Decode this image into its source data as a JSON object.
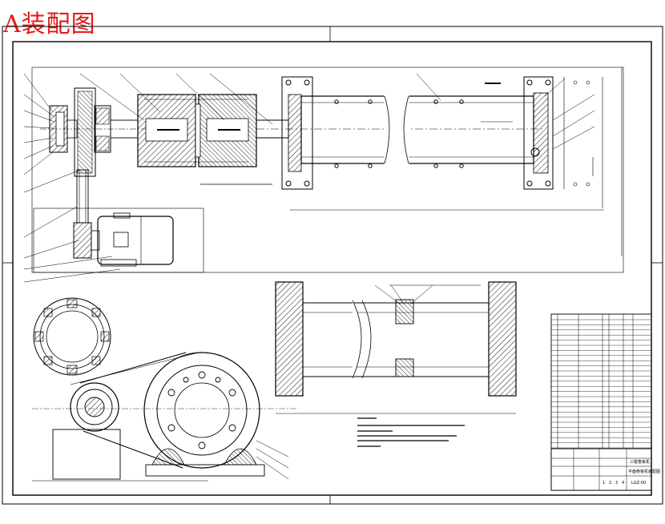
{
  "drawing": {
    "stamp_title": "A装配图",
    "title_block": {
      "drawing_title": "三辊卷板机",
      "part_title": "平面卷板机装配图",
      "drawing_number": "LGZ-00",
      "scale_marks": [
        "1",
        "2",
        "3",
        "4"
      ]
    }
  },
  "colors": {
    "stamp": "#e41a1a",
    "line": "#000000",
    "hatch": "#000000",
    "paper": "#ffffff"
  }
}
